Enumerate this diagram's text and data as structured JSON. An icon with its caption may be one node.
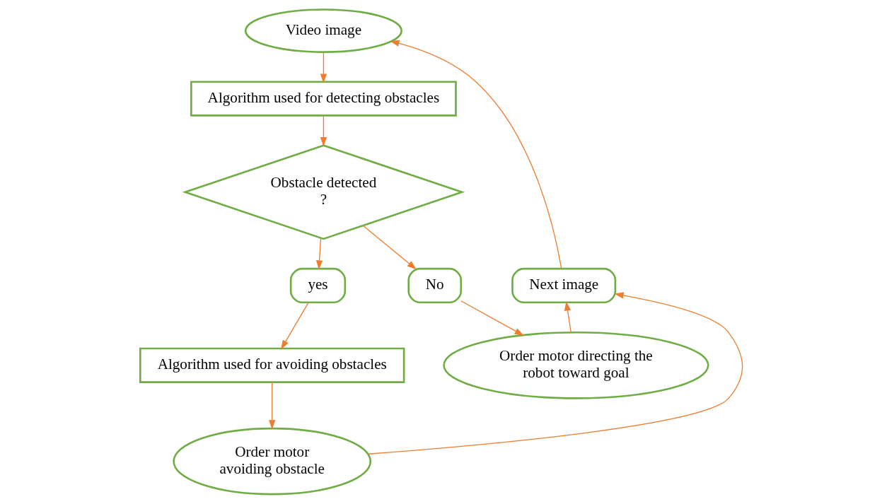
{
  "diagram": {
    "nodes": [
      {
        "text": [
          "Video image"
        ]
      },
      {
        "text": [
          "Algorithm used for detecting obstacles"
        ]
      },
      {
        "text": [
          "Obstacle detected ?"
        ]
      },
      {
        "text": [
          "yes"
        ]
      },
      {
        "text": [
          "No"
        ]
      },
      {
        "text": [
          "Next image"
        ]
      },
      {
        "text": [
          "Algorithm used for avoiding obstacles"
        ]
      },
      {
        "text": [
          "Order motor directing the robot toward goal"
        ]
      },
      {
        "text": [
          "Order motor avoiding obstacle"
        ]
      }
    ],
    "edges": [
      {
        "from": 0,
        "to": 1,
        "arrow": "to"
      },
      {
        "from": 1,
        "to": 2,
        "arrow": "to"
      },
      {
        "from": 2,
        "to": 3,
        "arrow": "to"
      },
      {
        "from": 2,
        "to": 4,
        "arrow": "to"
      },
      {
        "from": 3,
        "to": 6,
        "arrow": "to"
      },
      {
        "from": 4,
        "to": 7,
        "arrow": "to"
      },
      {
        "from": 6,
        "to": 8,
        "arrow": "to"
      },
      {
        "from": 7,
        "to": 5,
        "arrow": "to"
      },
      {
        "from": 8,
        "to": 5,
        "arrow": "to"
      },
      {
        "from": 5,
        "to": 0,
        "arrow": "to"
      }
    ]
  }
}
